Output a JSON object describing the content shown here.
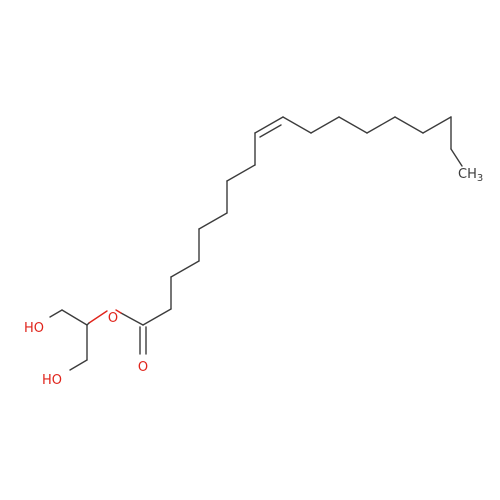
{
  "molecule": {
    "bond_color": "#3c3c3c",
    "oxygen_color": "#e0241b",
    "labels": {
      "ch3": "CH",
      "ch3_subscript": "3",
      "ester_oxygen": "O",
      "carbonyl_oxygen": "O",
      "hydroxyl_top": "HO",
      "hydroxyl_bottom": "HO"
    }
  }
}
